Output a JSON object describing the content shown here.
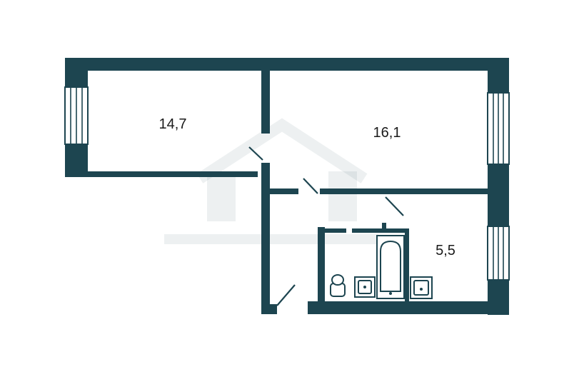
{
  "floorplan": {
    "rooms": [
      {
        "id": "room-left",
        "area_label": "14,7"
      },
      {
        "id": "room-right",
        "area_label": "16,1"
      },
      {
        "id": "kitchen",
        "area_label": "5,5"
      }
    ]
  },
  "colors": {
    "wall": "#1d4550",
    "background": "#ffffff",
    "label": "#1a1a1a"
  },
  "icons": [
    "window-icon",
    "door-swing-icon",
    "toilet-icon",
    "sink-icon",
    "bathtub-icon",
    "stove-icon",
    "watermark-logo"
  ]
}
